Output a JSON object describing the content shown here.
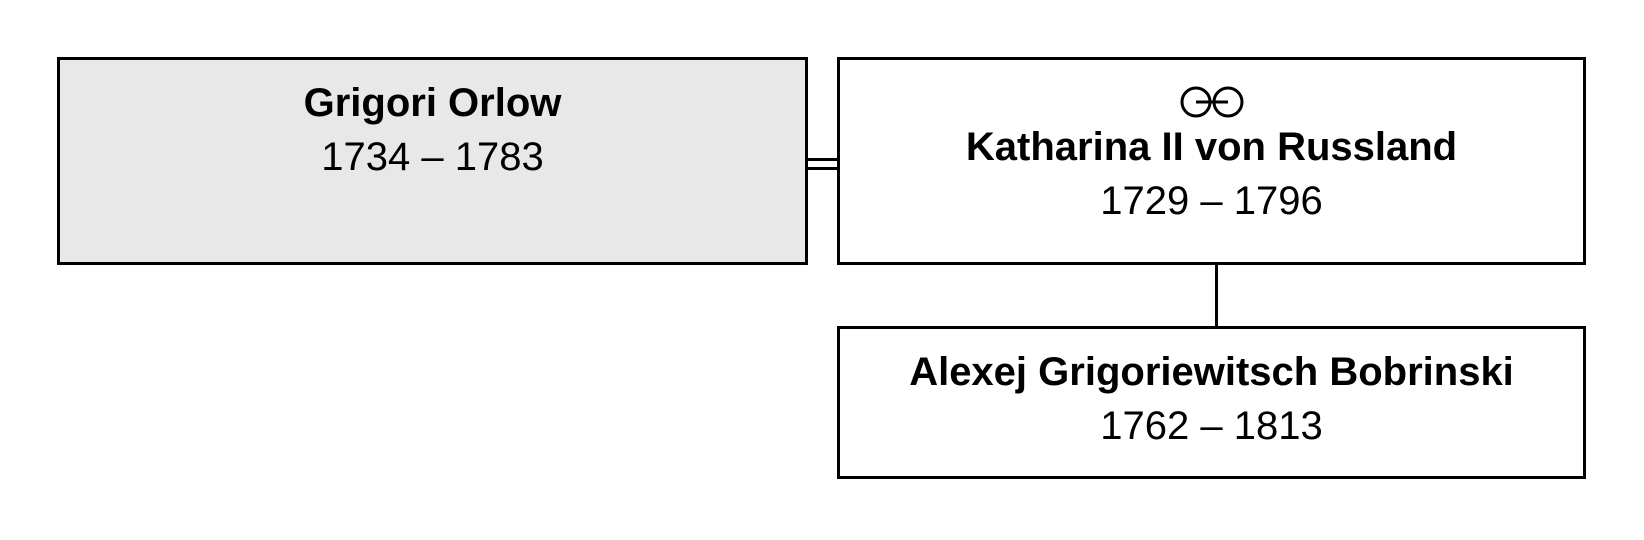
{
  "tree": {
    "father": {
      "name": "Grigori Orlow",
      "dates": "1734 – 1783",
      "fill": "#e8e8e8"
    },
    "mother": {
      "name": "Katharina II von Russland",
      "dates": "1729 – 1796",
      "fill": "#ffffff",
      "icon": "marriage-rings-icon"
    },
    "child": {
      "name": "Alexej Grigoriewitsch Bobrinski",
      "dates": "1762 – 1813",
      "fill": "#ffffff"
    }
  }
}
